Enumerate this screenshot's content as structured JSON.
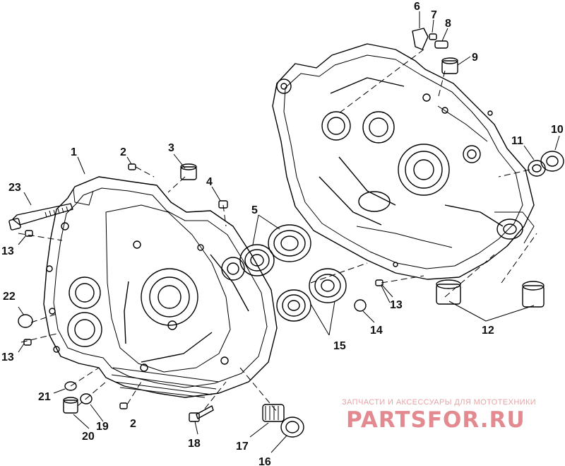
{
  "diagram": {
    "callouts": [
      {
        "id": "1",
        "label": "1"
      },
      {
        "id": "2a",
        "label": "2"
      },
      {
        "id": "2b",
        "label": "2"
      },
      {
        "id": "3",
        "label": "3"
      },
      {
        "id": "4",
        "label": "4"
      },
      {
        "id": "5",
        "label": "5"
      },
      {
        "id": "6",
        "label": "6"
      },
      {
        "id": "7",
        "label": "7"
      },
      {
        "id": "8",
        "label": "8"
      },
      {
        "id": "9",
        "label": "9"
      },
      {
        "id": "10",
        "label": "10"
      },
      {
        "id": "11",
        "label": "11"
      },
      {
        "id": "12",
        "label": "12"
      },
      {
        "id": "13a",
        "label": "13"
      },
      {
        "id": "13b",
        "label": "13"
      },
      {
        "id": "13c",
        "label": "13"
      },
      {
        "id": "14",
        "label": "14"
      },
      {
        "id": "15",
        "label": "15"
      },
      {
        "id": "16",
        "label": "16"
      },
      {
        "id": "17",
        "label": "17"
      },
      {
        "id": "18",
        "label": "18"
      },
      {
        "id": "19",
        "label": "19"
      },
      {
        "id": "20",
        "label": "20"
      },
      {
        "id": "21",
        "label": "21"
      },
      {
        "id": "22",
        "label": "22"
      },
      {
        "id": "23",
        "label": "23"
      }
    ]
  },
  "watermark": {
    "tagline": "ЗАПЧАСТИ И АКСЕССУАРЫ ДЛЯ МОТОТЕХНИКИ",
    "logo": "PARTSFOR.RU",
    "color": "#e38990"
  }
}
